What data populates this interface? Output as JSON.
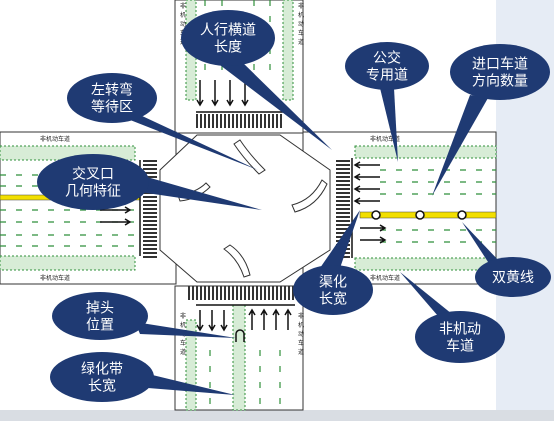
{
  "colors": {
    "road": "#ffffff",
    "green_belt": "#d7ecd6",
    "green_dot": "#2f8f3a",
    "centerline": "#f2df00",
    "bubble": "#1f3a73",
    "side_panel": "#e6ecf5",
    "footer": "#d9dde3"
  },
  "callouts": [
    {
      "id": "crosswalk-length",
      "lines": [
        "人行横道",
        "长度"
      ]
    },
    {
      "id": "left-turn-waiting",
      "lines": [
        "左转弯",
        "等待区"
      ]
    },
    {
      "id": "intersection-geometry",
      "lines": [
        "交叉口",
        "几何特征"
      ]
    },
    {
      "id": "bus-lane",
      "lines": [
        "公交",
        "专用道"
      ]
    },
    {
      "id": "entrance-lanes",
      "lines": [
        "进口车道",
        "方向数量"
      ]
    },
    {
      "id": "double-yellow",
      "lines": [
        "双黄线"
      ]
    },
    {
      "id": "channelization-width",
      "lines": [
        "渠化",
        "长宽"
      ]
    },
    {
      "id": "non-motor-lane",
      "lines": [
        "非机动",
        "车道"
      ]
    },
    {
      "id": "u-turn-position",
      "lines": [
        "掉头",
        "位置"
      ]
    },
    {
      "id": "greenbelt-size",
      "lines": [
        "绿化带",
        "长宽"
      ]
    }
  ],
  "lane_labels": {
    "non_motor_vertical": [
      "非",
      "机",
      "动",
      "车",
      "道"
    ],
    "non_motor_horizontal": "非机动车道"
  }
}
